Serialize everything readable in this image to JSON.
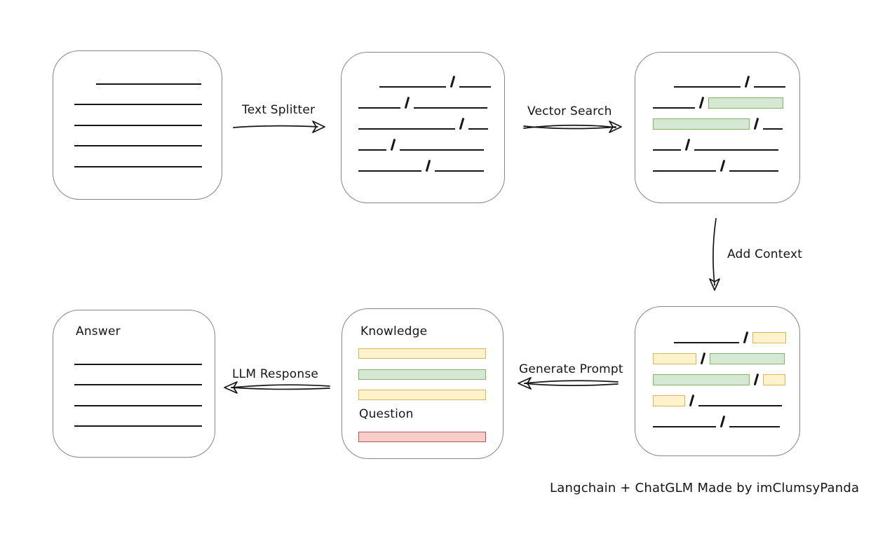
{
  "canvas": {
    "background": "#ffffff"
  },
  "colors": {
    "ink": "#161616",
    "box-border": "#858585",
    "green-fill": "#d5e8d4",
    "green-stroke": "#82b366",
    "yellow-fill": "#fff2cc",
    "yellow-stroke": "#d6b656",
    "red-fill": "#f8cecc",
    "red-stroke": "#b85450"
  },
  "labels": {
    "text_splitter": "Text Splitter",
    "vector_search": "Vector Search",
    "add_context": "Add Context",
    "generate_prompt": "Generate Prompt",
    "llm_response": "LLM Response",
    "knowledge": "Knowledge",
    "question": "Question",
    "answer": "Answer",
    "caption": "Langchain + ChatGLM Made by imClumsyPanda"
  },
  "boxes": {
    "document": {
      "lines": [
        {
          "indent": 31,
          "w": 150
        },
        {
          "indent": 0,
          "w": 182
        },
        {
          "indent": 0,
          "w": 182
        },
        {
          "indent": 0,
          "w": 182
        },
        {
          "indent": 0,
          "w": 182
        }
      ]
    },
    "chunks": {
      "rows": [
        [
          {
            "t": "line",
            "w": 95,
            "indent": 30
          },
          {
            "t": "slash"
          },
          {
            "t": "line",
            "w": 45
          }
        ],
        [
          {
            "t": "line",
            "w": 60
          },
          {
            "t": "slash"
          },
          {
            "t": "line",
            "w": 105
          }
        ],
        [
          {
            "t": "line",
            "w": 138
          },
          {
            "t": "slash"
          },
          {
            "t": "line",
            "w": 28
          }
        ],
        [
          {
            "t": "line",
            "w": 40
          },
          {
            "t": "slash"
          },
          {
            "t": "line",
            "w": 120
          }
        ],
        [
          {
            "t": "line",
            "w": 90
          },
          {
            "t": "slash"
          },
          {
            "t": "line",
            "w": 70
          }
        ]
      ]
    },
    "matched": {
      "rows": [
        [
          {
            "t": "line",
            "w": 95,
            "indent": 30
          },
          {
            "t": "slash"
          },
          {
            "t": "line",
            "w": 45
          }
        ],
        [
          {
            "t": "line",
            "w": 60
          },
          {
            "t": "slash"
          },
          {
            "t": "bar",
            "w": 107,
            "c": "green"
          }
        ],
        [
          {
            "t": "bar",
            "w": 138,
            "c": "green"
          },
          {
            "t": "slash"
          },
          {
            "t": "line",
            "w": 28
          }
        ],
        [
          {
            "t": "line",
            "w": 40
          },
          {
            "t": "slash"
          },
          {
            "t": "line",
            "w": 120
          }
        ],
        [
          {
            "t": "line",
            "w": 90
          },
          {
            "t": "slash"
          },
          {
            "t": "line",
            "w": 70
          }
        ]
      ]
    },
    "context": {
      "rows": [
        [
          {
            "t": "line",
            "w": 93,
            "indent": 30
          },
          {
            "t": "slash"
          },
          {
            "t": "bar",
            "w": 48,
            "c": "yellow"
          }
        ],
        [
          {
            "t": "bar",
            "w": 62,
            "c": "yellow"
          },
          {
            "t": "slash"
          },
          {
            "t": "bar",
            "w": 107,
            "c": "green"
          }
        ],
        [
          {
            "t": "bar",
            "w": 138,
            "c": "green"
          },
          {
            "t": "slash"
          },
          {
            "t": "bar",
            "w": 32,
            "c": "yellow"
          }
        ],
        [
          {
            "t": "bar",
            "w": 46,
            "c": "yellow"
          },
          {
            "t": "slash"
          },
          {
            "t": "line",
            "w": 119
          }
        ],
        [
          {
            "t": "line",
            "w": 90
          },
          {
            "t": "slash"
          },
          {
            "t": "line",
            "w": 72
          }
        ]
      ]
    },
    "prompt": {
      "knowledge_bars": [
        {
          "c": "yellow"
        },
        {
          "c": "green"
        },
        {
          "c": "yellow"
        }
      ],
      "question_bars": [
        {
          "c": "red"
        }
      ]
    },
    "answer": {
      "lines": [
        {
          "indent": 0,
          "w": 182
        },
        {
          "indent": 0,
          "w": 182
        },
        {
          "indent": 0,
          "w": 182
        },
        {
          "indent": 0,
          "w": 182
        }
      ]
    }
  }
}
